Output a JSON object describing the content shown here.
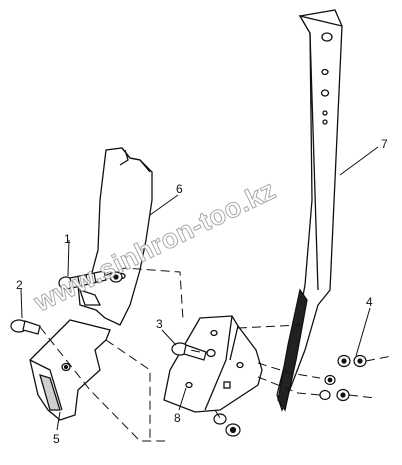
{
  "diagram": {
    "parts": [
      {
        "id": "part-1",
        "label": "1",
        "description": ""
      },
      {
        "id": "part-2",
        "label": "2",
        "description": ""
      },
      {
        "id": "part-3",
        "label": "3",
        "description": ""
      },
      {
        "id": "part-4",
        "label": "4",
        "description": ""
      },
      {
        "id": "part-5",
        "label": "5",
        "description": ""
      },
      {
        "id": "part-6",
        "label": "6",
        "description": ""
      },
      {
        "id": "part-7",
        "label": "7",
        "description": ""
      },
      {
        "id": "part-8",
        "label": "8",
        "description": ""
      }
    ],
    "watermark": "www.sinhron-too.kz",
    "line_color": "#111111",
    "background": "#ffffff"
  }
}
